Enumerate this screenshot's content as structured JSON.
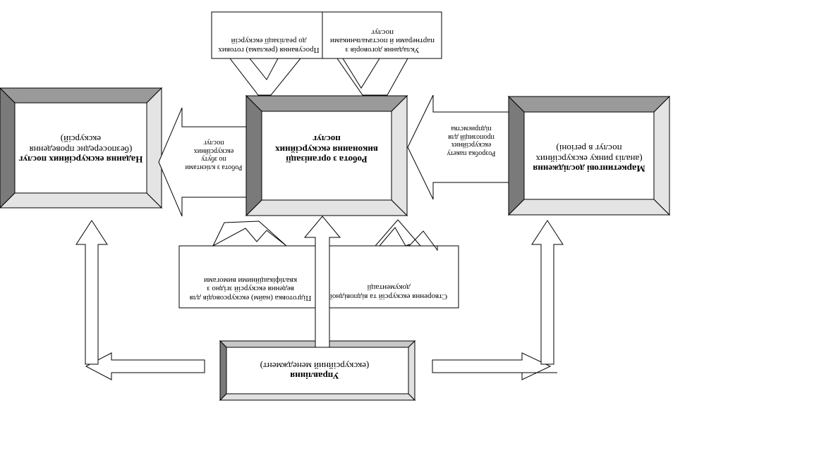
{
  "diagram": {
    "blocks": {
      "marketing": {
        "title": "Маркетингові дослідження",
        "sub": "(аналіз ринку екскурсійних послуг в регіоні)"
      },
      "organization": {
        "title": "Робота з організації виконання екскурсійних послуг"
      },
      "provision": {
        "title": "Надання екскурсійних послуг",
        "sub": "(безпосереднє проведення екскурсій)"
      },
      "management": {
        "title": "Управління",
        "sub": "(екскурсійний менеджмент)"
      }
    },
    "notes": {
      "promotion": "Просування (реклама) готових до реалізації екскурсій",
      "contracts": "Укладання договорів з партнерами й постачальниками послуг",
      "guides": "Підготовка (найм) екскурсоводів для ведення екскурсій згідно з кваліфікаційними вимогами",
      "documentation": "Створення екскурсій та відповідної документації"
    },
    "arrow_labels": {
      "packages": "Розробка пакету екскурсійних пропозицій для підприємства",
      "clients": "Робота з клієнтами по збуту екскурсійних послуг"
    }
  }
}
